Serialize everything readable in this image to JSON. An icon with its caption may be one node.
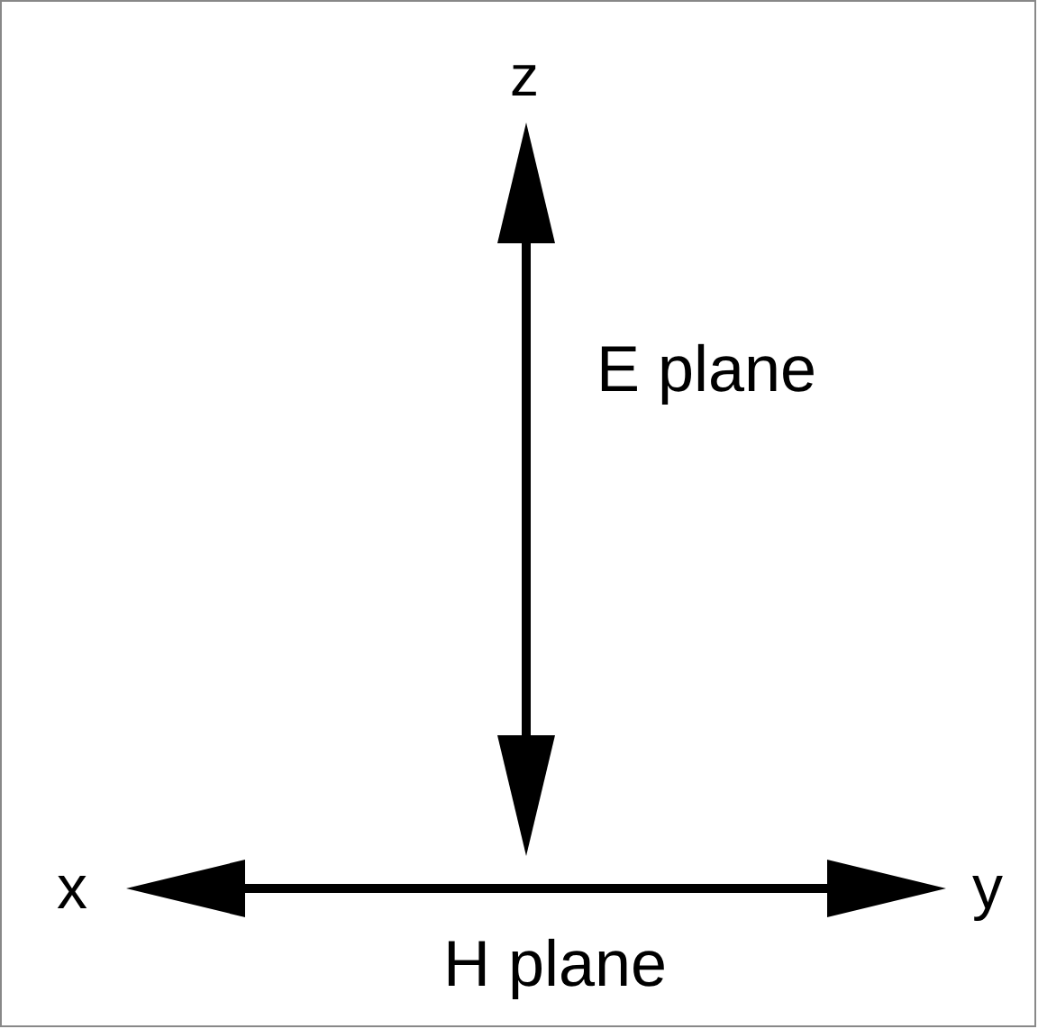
{
  "diagram": {
    "labels": [
      "z",
      "E plane",
      "x",
      "y",
      "H plane"
    ]
  }
}
